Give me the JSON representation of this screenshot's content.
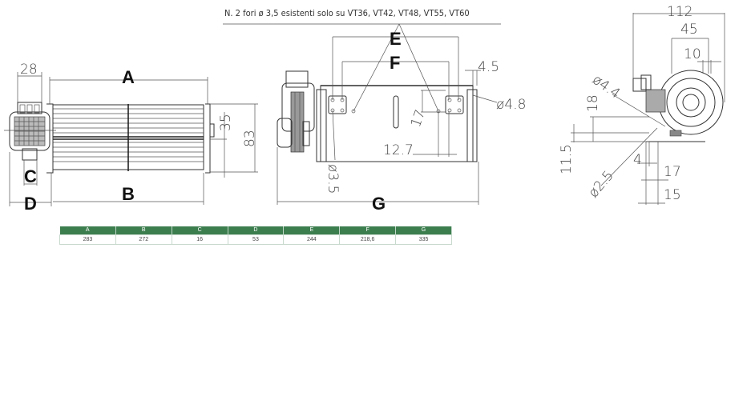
{
  "note": "N. 2 fori ø 3,5 esistenti solo su VT36, VT42, VT48, VT55, VT60",
  "views": {
    "front": {
      "labels": {
        "A": "A",
        "B": "B",
        "C": "C",
        "D": "D"
      },
      "dims": {
        "d28": "28",
        "d35": "35",
        "d83": "83"
      }
    },
    "top": {
      "labels": {
        "E": "E",
        "F": "F",
        "G": "G"
      },
      "dims": {
        "d4_5": "4.5",
        "d4_8": "ø4.8",
        "d17": "17",
        "d12_7": "12.7",
        "d3_5": "ø3.5"
      }
    },
    "side": {
      "dims": {
        "d112": "112",
        "d45": "45",
        "d10": "10",
        "d4_4": "ø4.4",
        "d18": "18",
        "d11_5": "11.5",
        "d4": "4",
        "d17": "17",
        "d15": "15",
        "d2_5": "ø2.5"
      }
    }
  },
  "table": {
    "header_color": "#3d7e4f",
    "headers": [
      "A",
      "B",
      "C",
      "D",
      "E",
      "F",
      "G"
    ],
    "values": [
      "283",
      "272",
      "16",
      "53",
      "244",
      "218,6",
      "335"
    ]
  }
}
